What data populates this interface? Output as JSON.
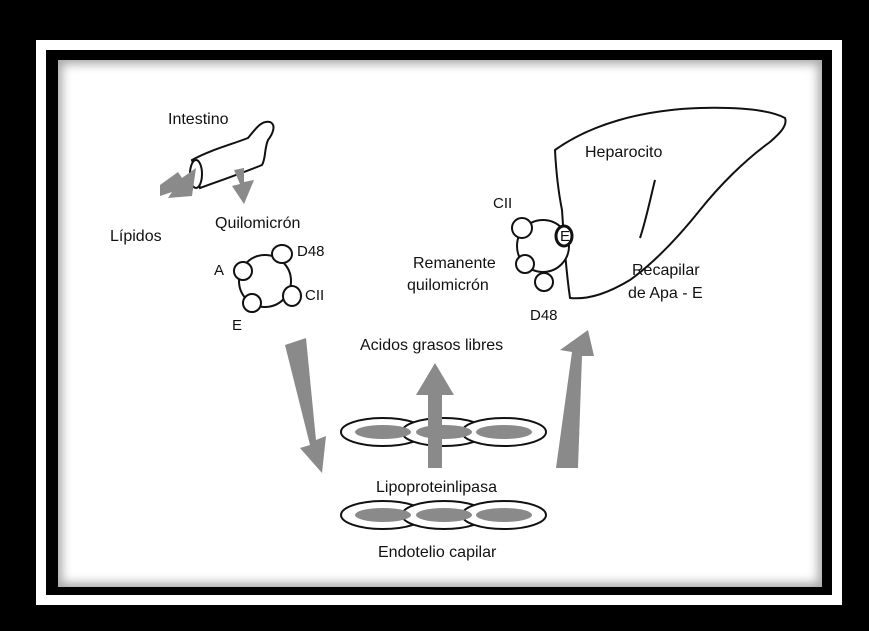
{
  "diagram": {
    "labels": {
      "intestino": "Intestino",
      "lipidos": "Lípidos",
      "quilomicron": "Quilomicrón",
      "apo_a": "A",
      "apo_d48_left": "D48",
      "apo_cii_left": "CII",
      "apo_e_left": "E",
      "hepatocito": "Heparocito",
      "apo_cii_right": "CII",
      "apo_e_right": "E",
      "remanente_line1": "Remanente",
      "remanente_line2": "quilomicrón",
      "apo_d48_right": "D48",
      "recaptacion_line1": "Recapilar",
      "recaptacion_line2": "de Apa - E",
      "acidos_grasos": "Acidos grasos libres",
      "lipoproteinlipasa": "Lipoproteinlipasa",
      "endotelio": "Endotelio capilar"
    },
    "colors": {
      "arrow": "#8a8a8a",
      "stroke": "#111111",
      "cell_nucleus": "#8a8a8a"
    }
  }
}
